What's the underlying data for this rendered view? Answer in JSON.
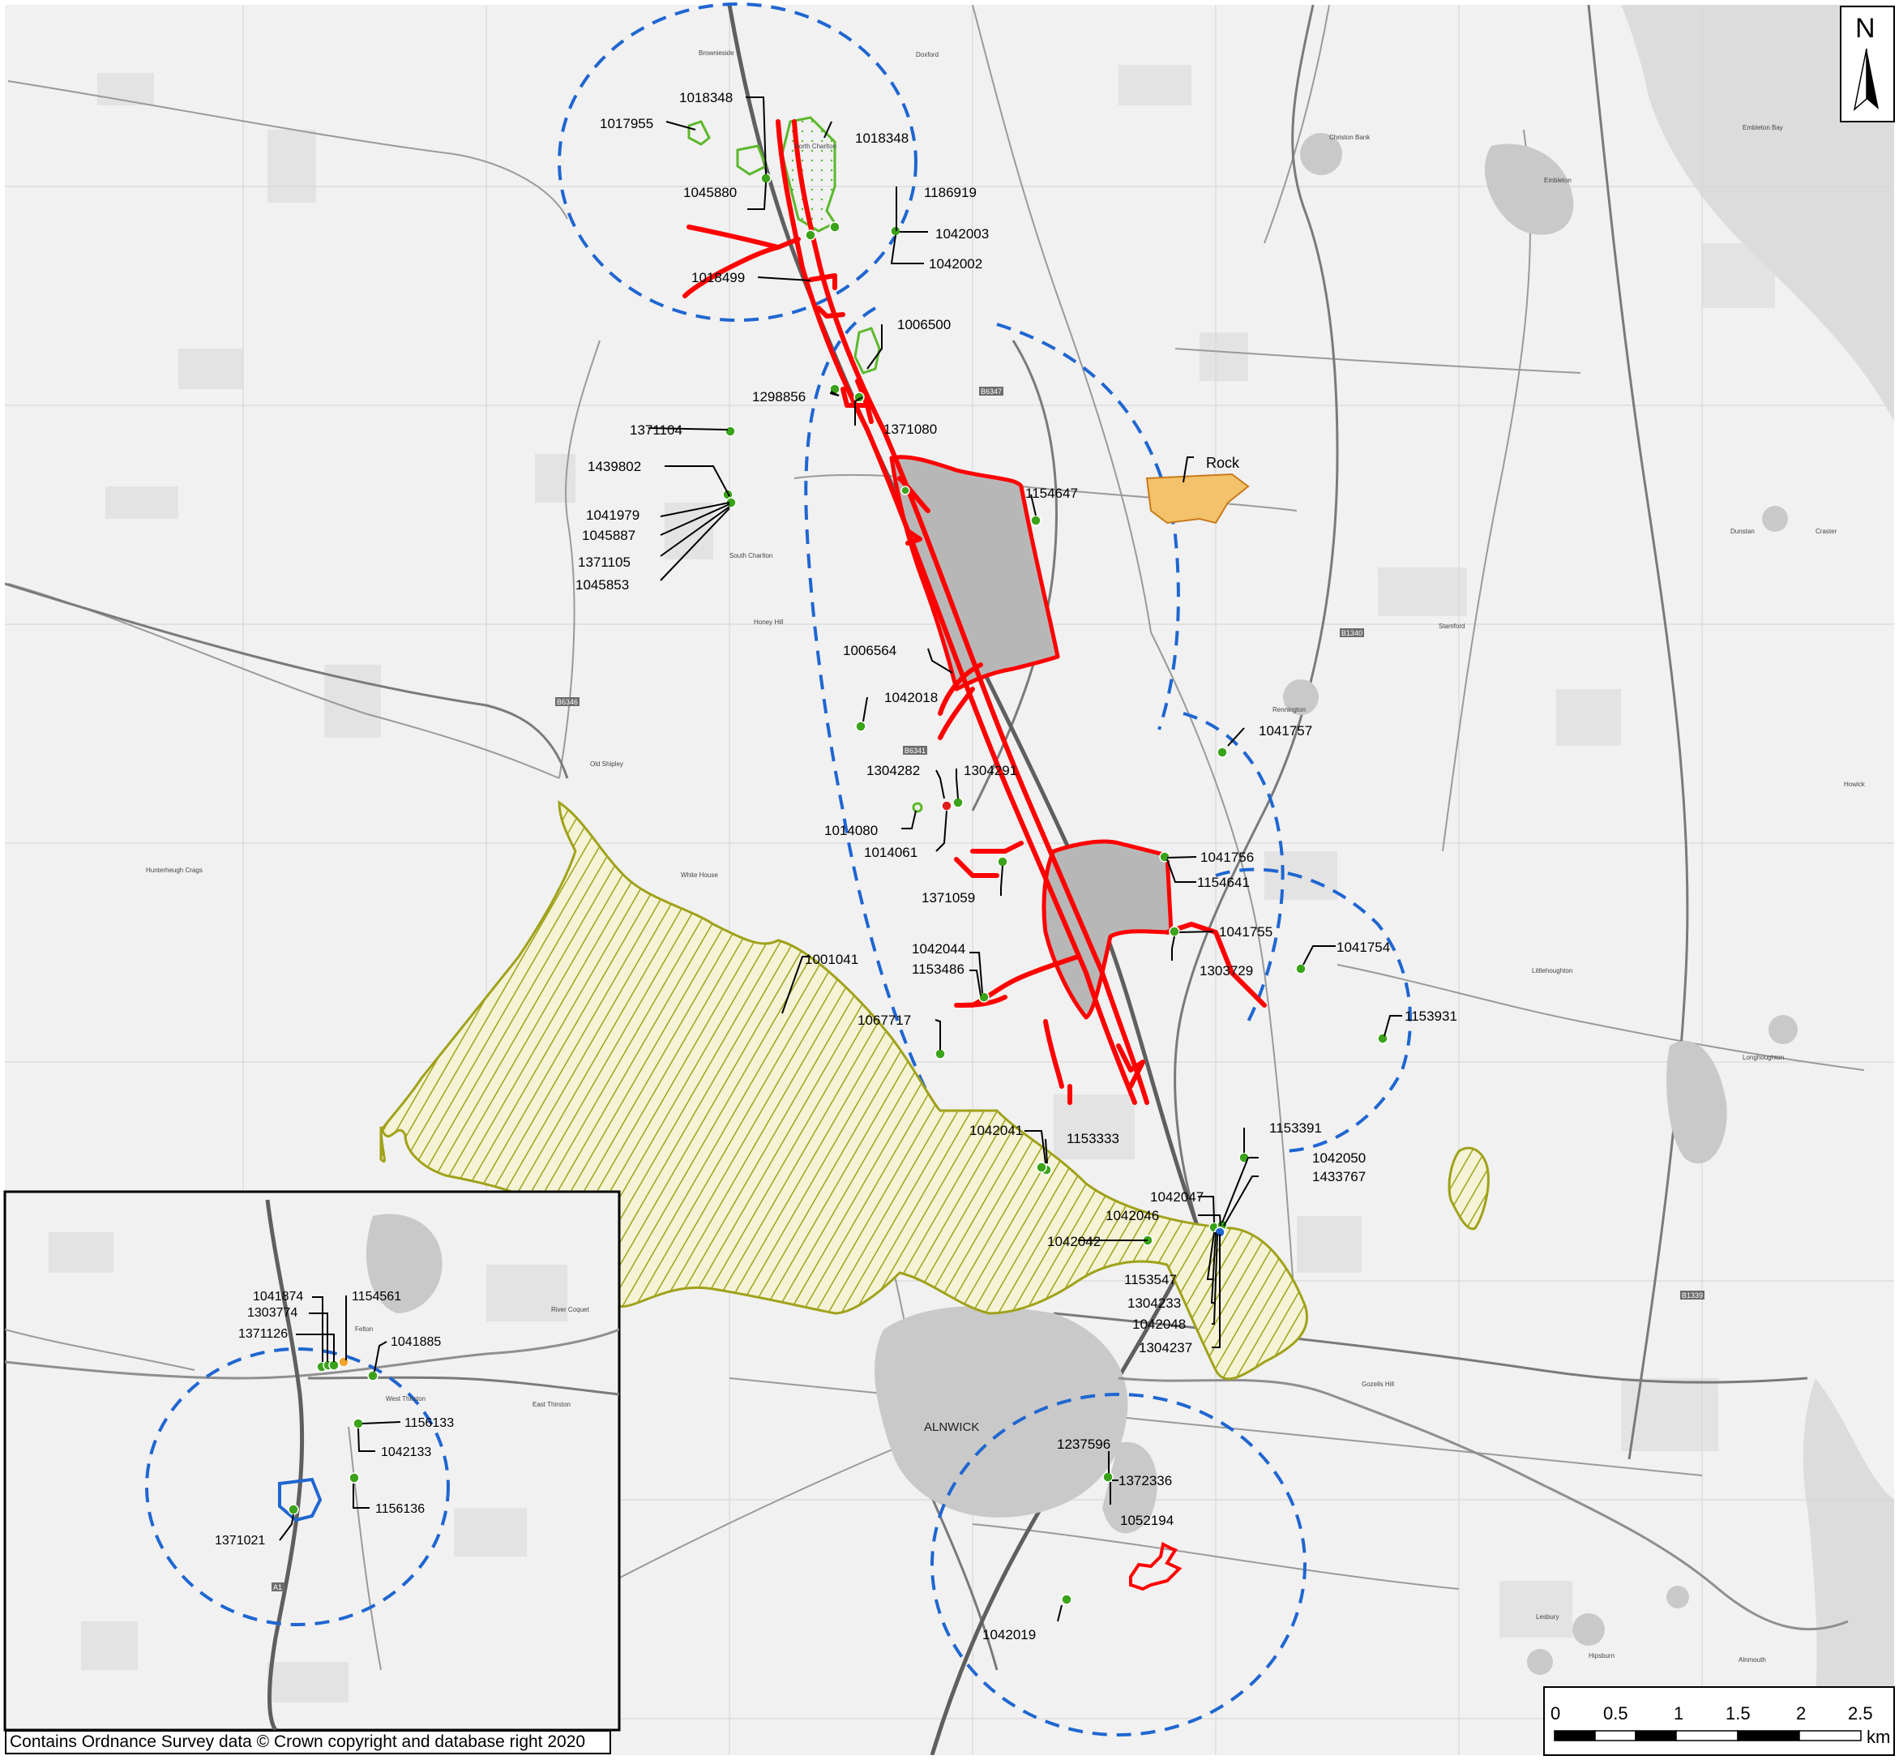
{
  "labels": {
    "main": [
      {
        "id": "1018348a",
        "text": "1018348"
      },
      {
        "id": "1017955",
        "text": "1017955"
      },
      {
        "id": "1018348b",
        "text": "1018348"
      },
      {
        "id": "1045880",
        "text": "1045880"
      },
      {
        "id": "1186919",
        "text": "1186919"
      },
      {
        "id": "1042003",
        "text": "1042003"
      },
      {
        "id": "1042002",
        "text": "1042002"
      },
      {
        "id": "1018499",
        "text": "1018499"
      },
      {
        "id": "1006500",
        "text": "1006500"
      },
      {
        "id": "1298856",
        "text": "1298856"
      },
      {
        "id": "1371080",
        "text": "1371080"
      },
      {
        "id": "1371104",
        "text": "1371104"
      },
      {
        "id": "1439802",
        "text": "1439802"
      },
      {
        "id": "1041979",
        "text": "1041979"
      },
      {
        "id": "1045887",
        "text": "1045887"
      },
      {
        "id": "1371105",
        "text": "1371105"
      },
      {
        "id": "1045853",
        "text": "1045853"
      },
      {
        "id": "1154647",
        "text": "1154647"
      },
      {
        "id": "1006564",
        "text": "1006564"
      },
      {
        "id": "1042018",
        "text": "1042018"
      },
      {
        "id": "1041757",
        "text": "1041757"
      },
      {
        "id": "1304282",
        "text": "1304282"
      },
      {
        "id": "1304291",
        "text": "1304291"
      },
      {
        "id": "1014080",
        "text": "1014080"
      },
      {
        "id": "1014061",
        "text": "1014061"
      },
      {
        "id": "1041756",
        "text": "1041756"
      },
      {
        "id": "1154641",
        "text": "1154641"
      },
      {
        "id": "1371059",
        "text": "1371059"
      },
      {
        "id": "1041755",
        "text": "1041755"
      },
      {
        "id": "1303729",
        "text": "1303729"
      },
      {
        "id": "1041754",
        "text": "1041754"
      },
      {
        "id": "1042044",
        "text": "1042044"
      },
      {
        "id": "1153486",
        "text": "1153486"
      },
      {
        "id": "1001041",
        "text": "1001041"
      },
      {
        "id": "1067717",
        "text": "1067717"
      },
      {
        "id": "1153931",
        "text": "1153931"
      },
      {
        "id": "1042041",
        "text": "1042041"
      },
      {
        "id": "1153333",
        "text": "1153333"
      },
      {
        "id": "1153391",
        "text": "1153391"
      },
      {
        "id": "1042050",
        "text": "1042050"
      },
      {
        "id": "1433767",
        "text": "1433767"
      },
      {
        "id": "1042047",
        "text": "1042047"
      },
      {
        "id": "1042046",
        "text": "1042046"
      },
      {
        "id": "1042042",
        "text": "1042042"
      },
      {
        "id": "1153547",
        "text": "1153547"
      },
      {
        "id": "1304233",
        "text": "1304233"
      },
      {
        "id": "1042048",
        "text": "1042048"
      },
      {
        "id": "1304237",
        "text": "1304237"
      },
      {
        "id": "1237596",
        "text": "1237596"
      },
      {
        "id": "1372336",
        "text": "1372336"
      },
      {
        "id": "1052194",
        "text": "1052194"
      },
      {
        "id": "1042019",
        "text": "1042019"
      }
    ],
    "inset": [
      {
        "id": "1041874",
        "text": "1041874"
      },
      {
        "id": "1154561",
        "text": "1154561"
      },
      {
        "id": "1303774",
        "text": "1303774"
      },
      {
        "id": "1371126",
        "text": "1371126"
      },
      {
        "id": "1041885",
        "text": "1041885"
      },
      {
        "id": "1156133",
        "text": "1156133"
      },
      {
        "id": "1042133",
        "text": "1042133"
      },
      {
        "id": "1156136",
        "text": "1156136"
      },
      {
        "id": "1371021",
        "text": "1371021"
      }
    ]
  },
  "places": {
    "rock": "Rock",
    "alnwick": "ALNWICK",
    "embleton": "Embleton",
    "christon_bank": "Christon Bank",
    "stamford": "Stamford",
    "rennington": "Rennington",
    "longhoughton": "Longhoughton",
    "littlehoughton": "Littlehoughton",
    "dunstan": "Dunstan",
    "craster": "Craster",
    "howick": "Howick",
    "hipsburn": "Hipsburn",
    "alnmouth": "Alnmouth",
    "lesbury": "Lesbury",
    "embleton_bay": "Embleton Bay",
    "doxford": "Doxford",
    "brownieside": "Brownieside",
    "north_charlton": "North Charlton",
    "south_charlton": "South Charlton",
    "gozells_hill": "Gozells Hill",
    "felton": "Felton",
    "west_thirston": "West Thirston",
    "east_thirston": "East Thirston",
    "river_coquet": "River Coquet",
    "hunterheugh_crags": "Hunterheugh Crags",
    "honey_hill": "Honey Hill",
    "old_shipley": "Old Shipley",
    "white_house": "White House"
  },
  "roads": {
    "b6347": "B6347",
    "b6341": "B6341",
    "b6346": "B6346",
    "b1340": "B1340",
    "b1339": "B1339",
    "a1": "A1"
  },
  "north_arrow": {
    "letter": "N"
  },
  "scale_bar": {
    "ticks": [
      "0",
      "0.5",
      "1",
      "1.5",
      "2",
      "2.5"
    ],
    "unit": "km"
  },
  "copyright": "Contains Ordnance Survey data © Crown copyright and database right 2020",
  "colors": {
    "scheme_boundary": "#ff0000",
    "study_area_circle": "#1f66d1",
    "listed_building_point": "#3aa31a",
    "scheduled_monument_outline": "#5cb82c",
    "registered_park_hatch": "#9fa219",
    "conservation_area_fill": "#f3c26a",
    "compound_fill": "#b7b7b7"
  }
}
